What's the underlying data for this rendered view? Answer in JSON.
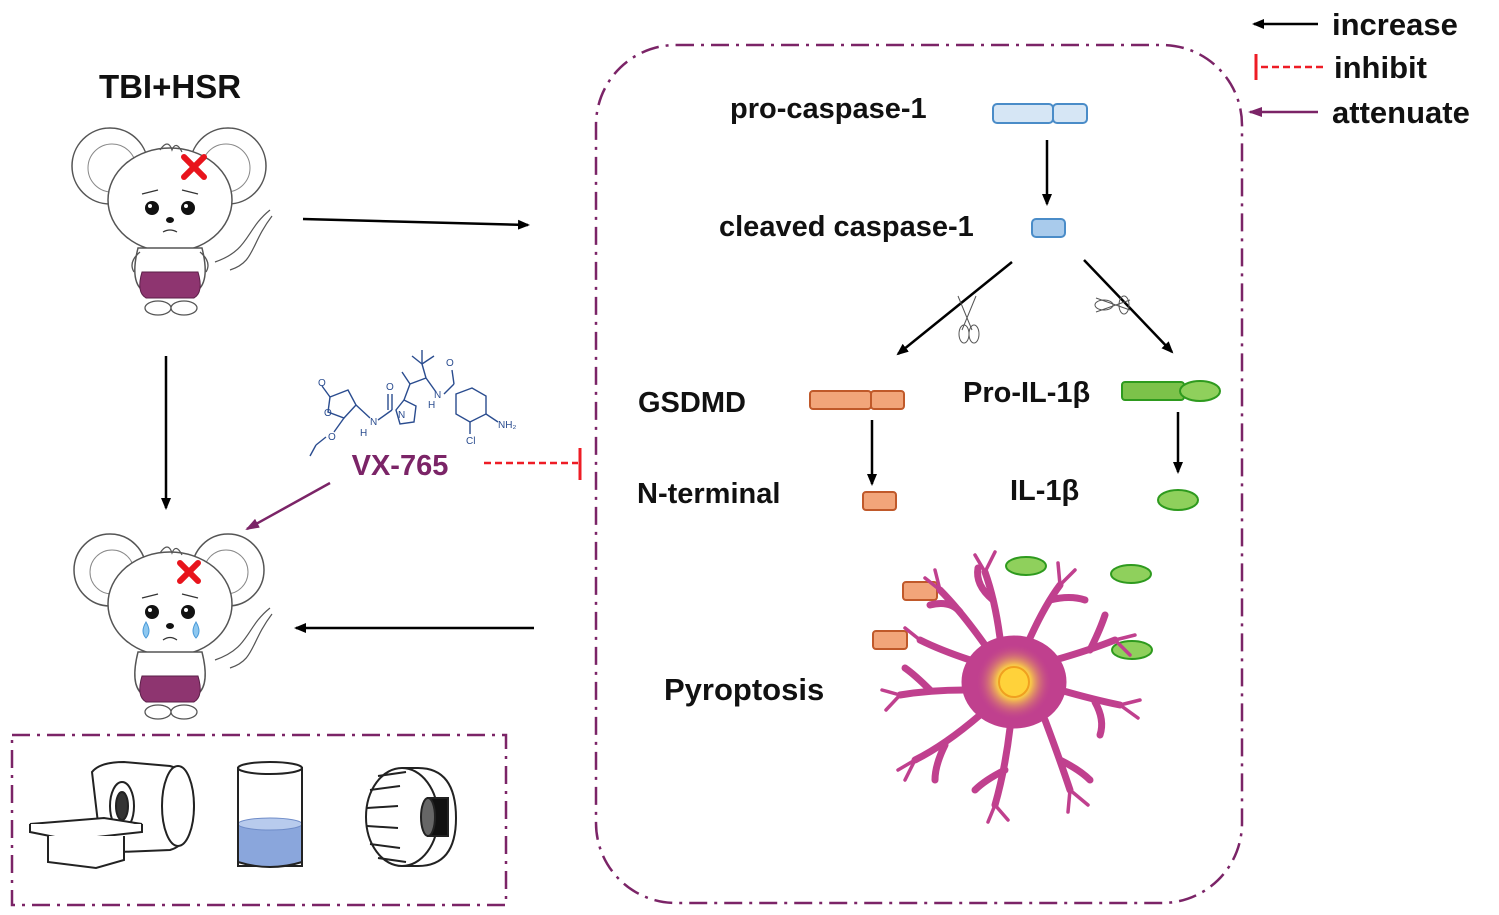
{
  "colors": {
    "arrow_increase": "#000000",
    "arrow_inhibit": "#ee1c25",
    "arrow_attenuate": "#7b2467",
    "box_border": "#7b2467",
    "caspase_fill": "#d6e6f5",
    "caspase_stroke": "#4a8cc8",
    "gsdmd_fill": "#f2a57a",
    "gsdmd_stroke": "#c0592a",
    "il_fill": "#7cc24a",
    "il_stroke": "#2e9a1e",
    "cell_color": "#c0408e",
    "drug_text": "#7b2467"
  },
  "legend": [
    {
      "label": "increase",
      "style": "solid-black-arrow"
    },
    {
      "label": "inhibit",
      "style": "dashed-red-tee"
    },
    {
      "label": "attenuate",
      "style": "solid-purple-arrow"
    }
  ],
  "model": {
    "title": "TBI+HSR",
    "injury_icon": "red-cross-icon",
    "sad_mouse_icon": "crying-mouse-icon"
  },
  "drug": {
    "name": "VX-765",
    "structure_labels": [
      "O",
      "O",
      "O",
      "N",
      "H",
      "N",
      "O",
      "O",
      "N",
      "H",
      "NH₂",
      "Cl"
    ]
  },
  "pathway": {
    "pro_caspase": "pro-caspase-1",
    "cleaved_caspase": "cleaved caspase-1",
    "gsdmd": "GSDMD",
    "n_terminal": "N-terminal",
    "pro_il": "Pro-IL-1β",
    "il": "IL-1β",
    "outcome": "Pyroptosis",
    "scissors_icon": "scissors-icon"
  },
  "assessments": {
    "icons": [
      "mri-scanner-icon",
      "water-beaker-icon",
      "rotarod-wheel-icon"
    ]
  }
}
